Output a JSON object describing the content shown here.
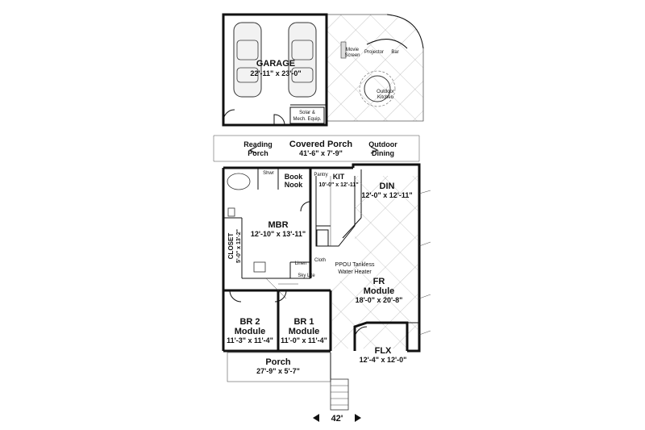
{
  "rooms": {
    "garage": {
      "name": "GARAGE",
      "dims": "22'-11\" x 23'-0\""
    },
    "covered_porch": {
      "name": "Covered Porch",
      "dims": "41'-6\" x 7'-9\""
    },
    "reading_porch": {
      "line1": "Reading",
      "line2": "Porch"
    },
    "outdoor_dining": {
      "line1": "Outdoor",
      "line2": "Dining"
    },
    "book_nook": {
      "line1": "Book",
      "line2": "Nook"
    },
    "kit": {
      "name": "KIT",
      "dims": "10'-0\" x 12'-11\""
    },
    "din": {
      "name": "DIN",
      "dims": "12'-0\" x 12'-11\""
    },
    "mbr": {
      "name": "MBR",
      "dims": "12'-10\" x 13'-11\""
    },
    "closet": {
      "name": "CLOSET",
      "dims": "5'-0\" x 13'-2\""
    },
    "fr": {
      "line1": "FR",
      "line2": "Module",
      "dims": "18'-0\" x 20'-8\""
    },
    "br2": {
      "line1": "BR 2",
      "line2": "Module",
      "dims": "11'-3\" x 11'-4\""
    },
    "br1": {
      "line1": "BR 1",
      "line2": "Module",
      "dims": "11'-0\" x 11'-4\""
    },
    "flx": {
      "name": "FLX",
      "dims": "12'-4\" x 12'-0\""
    },
    "porch": {
      "name": "Porch",
      "dims": "27'-9\" x 5'-7\""
    }
  },
  "small_labels": {
    "pantry": "Pantry",
    "shwr": "Shwr",
    "water_heater_1": "PPOU Tankless",
    "water_heater_2": "Water Heater",
    "cloth": "Cloth",
    "linen": "Linen",
    "sky_lite": "Sky Lite",
    "solar_1": "Solar &",
    "solar_2": "Mech. Equip.",
    "movie_1": "Movie",
    "movie_2": "Screen",
    "projector": "Projector",
    "bar": "Bar",
    "outdoor_kitchen_1": "Outdoor",
    "outdoor_kitchen_2": "Kitchen"
  },
  "overall_width": "42'"
}
